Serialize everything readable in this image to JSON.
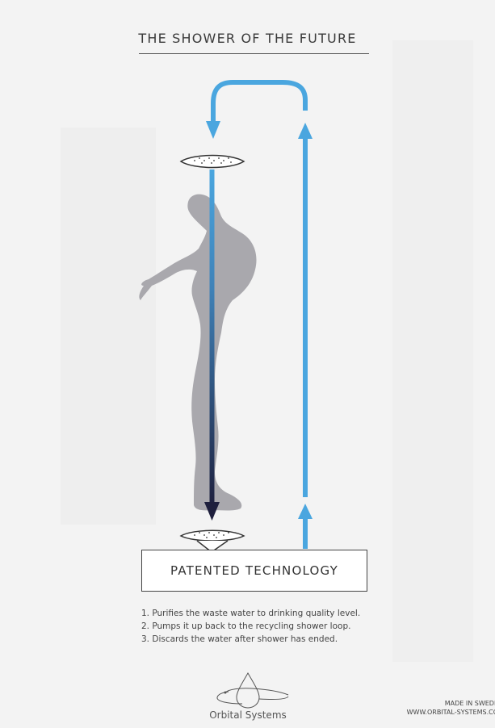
{
  "title": "THE SHOWER OF THE FUTURE",
  "patent_box": {
    "label": "PATENTED TECHNOLOGY"
  },
  "steps": [
    "1. Purifies the waste water to drinking quality level.",
    "2. Pumps it up back to the recycling shower loop.",
    "3. Discards the water after shower has ended."
  ],
  "brand": {
    "name": "Orbital Systems"
  },
  "footer": {
    "made_in": "MADE IN SWEDE",
    "website": "WWW.ORBITAL-SYSTEMS.CO"
  },
  "colors": {
    "background": "#f3f3f3",
    "water_blue": "#4aa6df",
    "drain_dark": "#1e1f3d",
    "figure_gray": "#a9a8ad"
  }
}
